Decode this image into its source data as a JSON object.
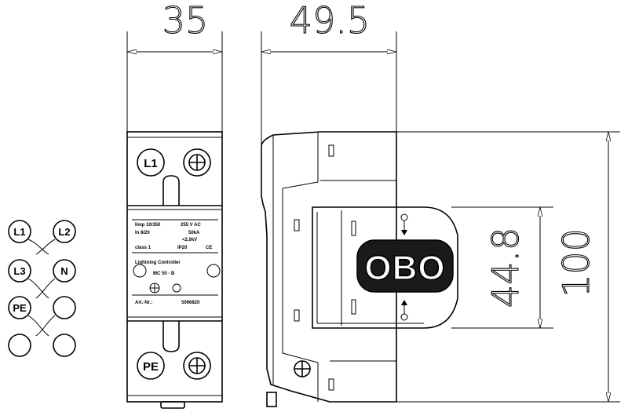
{
  "dimensions": {
    "width_front": "35",
    "width_side": "49.5",
    "height_label": "44.8",
    "height_total": "100"
  },
  "terminals": {
    "top": "L1",
    "bottom": "PE"
  },
  "front_label": {
    "voltage": "255 V AC",
    "current": "50kA",
    "protection_level": "<2,0kV",
    "class": "class 1",
    "ip": "IP20",
    "line1": "Lightning Controller",
    "model": "MC 50 - B",
    "art_nr_label": "Art.-Nr.:",
    "art_nr": "5096820",
    "small1": "Iimp 10/350",
    "small2": "In 8/20"
  },
  "brand": "OBO",
  "wiring_legend": [
    [
      "L1",
      "L2"
    ],
    [
      "L3",
      "N"
    ],
    [
      "PE",
      ""
    ],
    [
      "",
      ""
    ]
  ],
  "colors": {
    "line": "#000000",
    "fill": "#ffffff",
    "dark": "#1a1a1a"
  }
}
